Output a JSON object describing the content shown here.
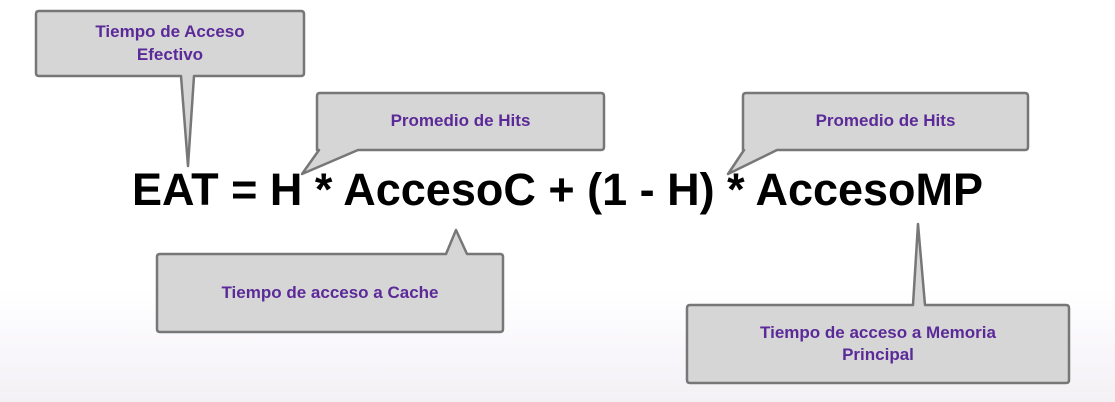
{
  "formula": "EAT = H * AccesoC + (1 - H) * AccesoMP",
  "callouts": {
    "eat": "Tiempo de Acceso Efectivo",
    "hits_1": "Promedio de Hits",
    "hits_2": "Promedio de Hits",
    "cache": "Tiempo de acceso a Cache",
    "mp": "Tiempo de acceso a Memoria Principal"
  },
  "colors": {
    "callout_fill": "#d6d6d6",
    "callout_stroke": "#777777",
    "callout_text": "#5b2a98",
    "formula_text": "#000000"
  }
}
